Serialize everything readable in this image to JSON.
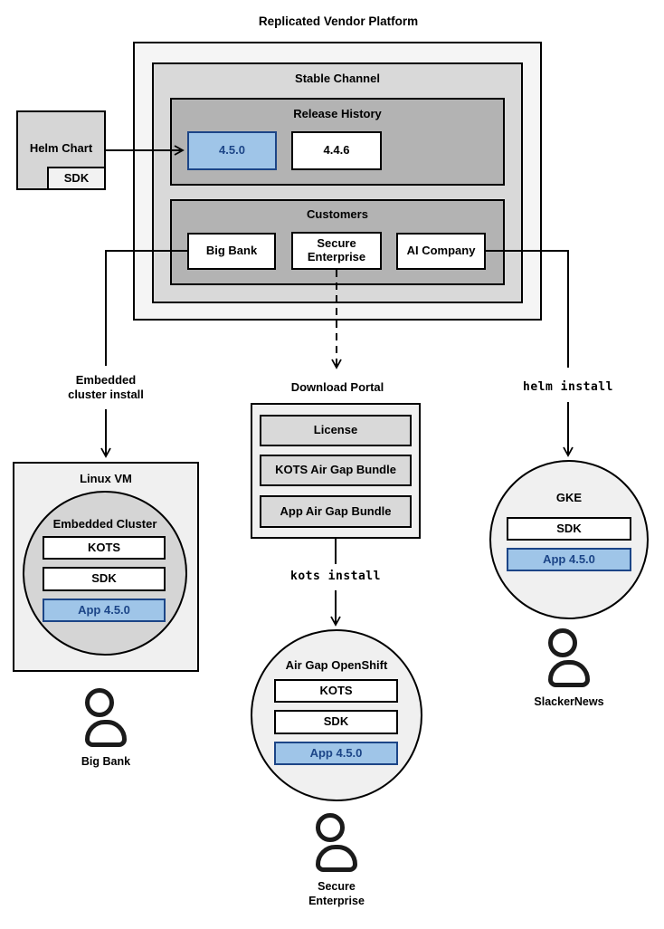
{
  "diagram_title": "Replicated Vendor Platform",
  "colors": {
    "platform_bg": "#f5f5f5",
    "channel_bg": "#d9d9d9",
    "section_bg": "#b3b3b3",
    "highlight_fill": "#9fc5e8",
    "highlight_border": "#1c4587",
    "highlight_text": "#1c4587",
    "line_color": "#000000"
  },
  "platform": {
    "stable_channel": {
      "label": "Stable Channel",
      "release_history": {
        "label": "Release History",
        "releases": [
          "4.5.0",
          "4.4.6"
        ]
      },
      "customers": {
        "label": "Customers",
        "items": [
          "Big Bank",
          "Secure Enterprise",
          "AI Company"
        ]
      }
    }
  },
  "helm_chart": {
    "label": "Helm Chart",
    "sdk_label": "SDK"
  },
  "arrows": {
    "embedded_install_label": "Embedded cluster install",
    "helm_install_label": "helm install",
    "kots_install_label": "kots install"
  },
  "download_portal": {
    "label": "Download Portal",
    "items": [
      "License",
      "KOTS Air Gap Bundle",
      "App Air Gap Bundle"
    ]
  },
  "linux_vm": {
    "label": "Linux VM",
    "embedded_cluster": {
      "label": "Embedded Cluster",
      "components": [
        "KOTS",
        "SDK",
        "App 4.5.0"
      ]
    },
    "persona": "Big Bank"
  },
  "airgap_openshift": {
    "label": "Air Gap OpenShift",
    "components": [
      "KOTS",
      "SDK",
      "App 4.5.0"
    ],
    "persona": "Secure Enterprise"
  },
  "gke": {
    "label": "GKE",
    "components": [
      "SDK",
      "App 4.5.0"
    ],
    "persona": "SlackerNews"
  }
}
